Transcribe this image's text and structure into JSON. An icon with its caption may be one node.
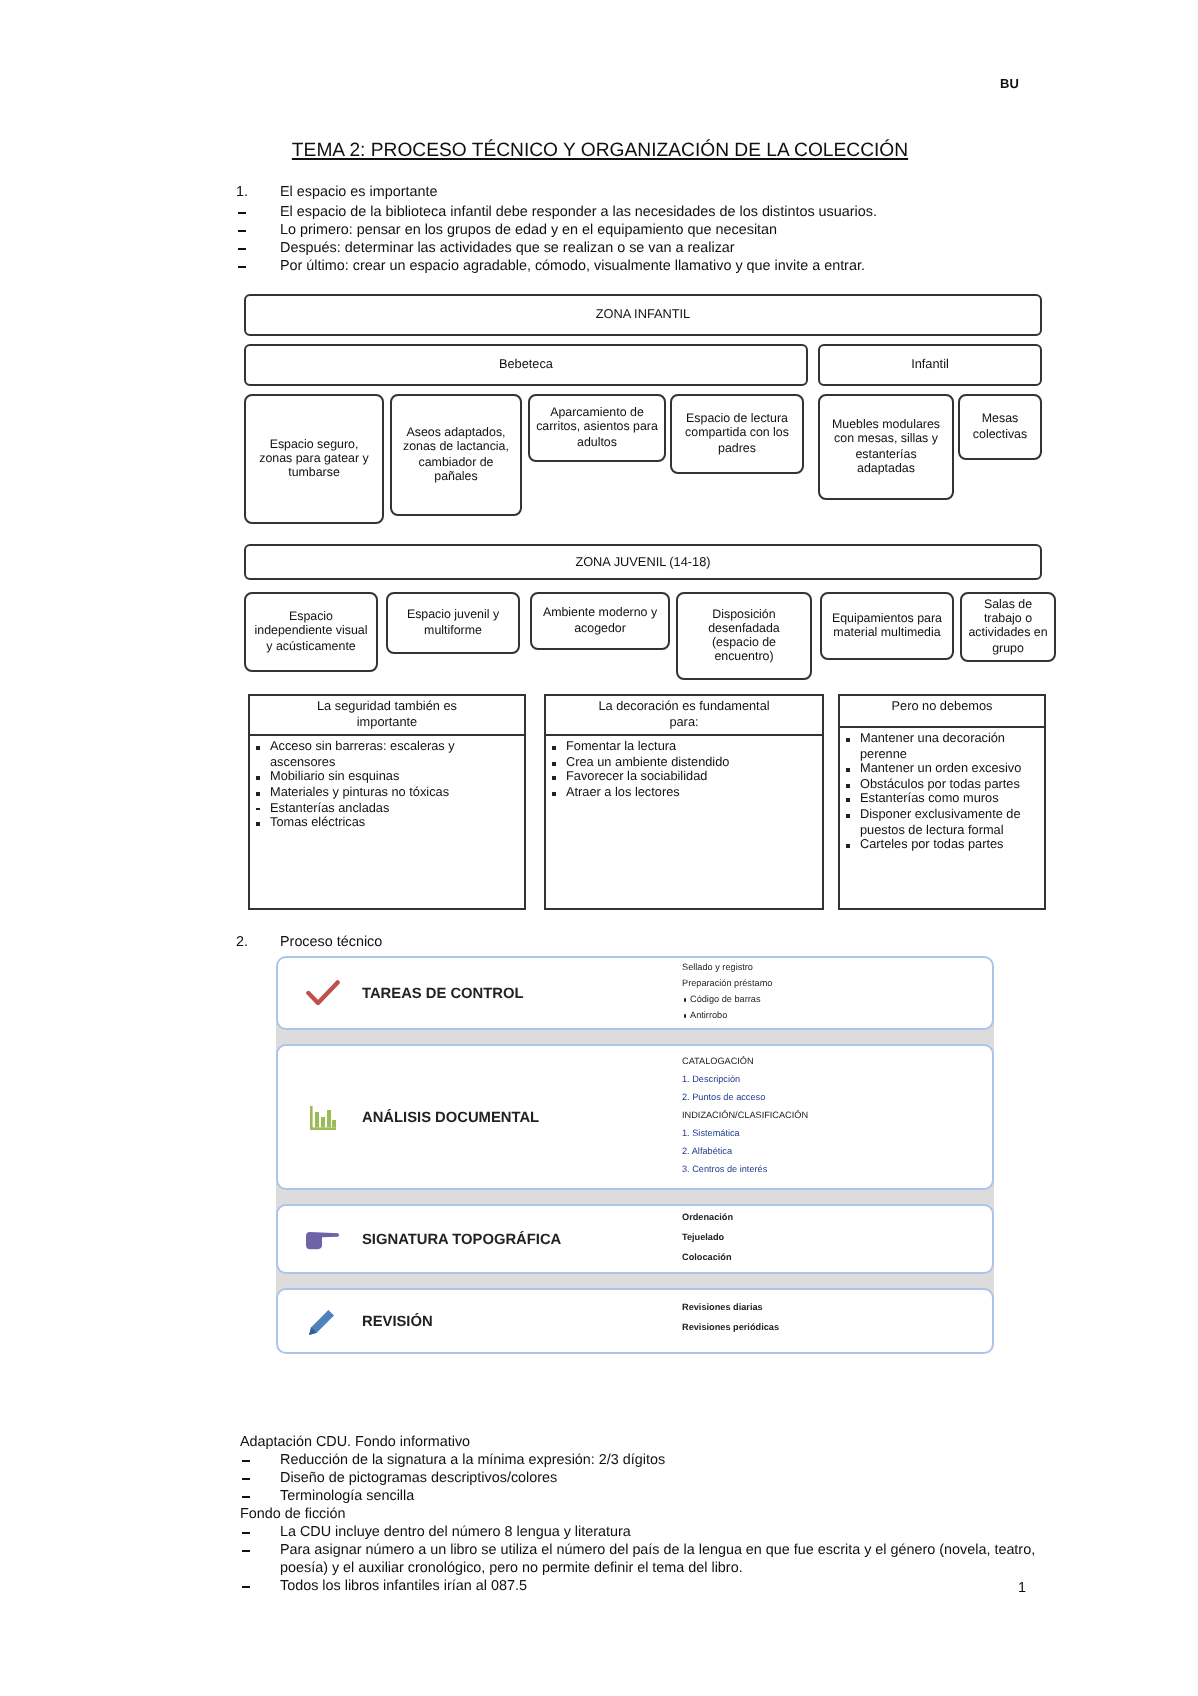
{
  "diagram": {
    "title": "TEMA 2: PROCESO TÉCNICO Y ORGANIZACIÓN DE LA COLECCIÓN",
    "nodes": [
      {
        "text": [
          "ZONA INFANTIL"
        ]
      },
      {
        "text": [
          "Bebeteca"
        ]
      },
      {
        "text": [
          "Infantil"
        ]
      },
      {
        "text": [
          "Espacio seguro, zonas para gatear y tumbarse"
        ]
      },
      {
        "text": [
          "Aseos adaptados, zonas de lactancia, cambiador de pañales"
        ]
      },
      {
        "text": [
          "Aparcamiento de carritos, asientos para adultos"
        ]
      },
      {
        "text": [
          "Espacio de lectura compartida con los padres"
        ]
      },
      {
        "text": [
          "Muebles modulares con mesas, sillas y estanterías adaptadas"
        ]
      },
      {
        "text": [
          "Mesas colectivas"
        ]
      },
      {
        "text": [
          "ZONA JUVENIL (14-18)"
        ]
      },
      {
        "text": [
          "Espacio independiente visual y acústicamente"
        ]
      },
      {
        "text": [
          "Espacio juvenil y multiforme"
        ]
      },
      {
        "text": [
          "Ambiente moderno y acogedor"
        ]
      },
      {
        "text": [
          "Disposición desenfadada (espacio de encuentro)"
        ]
      },
      {
        "text": [
          "Equipamientos para material multimedia"
        ]
      },
      {
        "text": [
          "Salas de trabajo o actividades en grupo"
        ]
      },
      {
        "text": [
          "La seguridad también es importante",
          "Acceso sin barreras: escaleras y ascensores",
          "Mobiliario sin esquinas",
          "Materiales y pinturas no tóxicas",
          "Estanterías ancladas",
          "Tomas eléctricas"
        ]
      },
      {
        "text": [
          "La decoración es fundamental para:",
          "Fomentar la lectura",
          "Crea un ambiente distendido",
          "Favorecer la sociabilidad",
          "Atraer a los lectores"
        ]
      },
      {
        "text": [
          "Pero no debemos",
          "Mantener una decoración perenne",
          "Mantener un orden excesivo",
          "Obstáculos por todas partes",
          "Estanterías como muros",
          "Disponer exclusivamente de puestos de lectura formal",
          "Carteles por todas partes"
        ]
      },
      {
        "text": [
          "TAREAS DE CONTROL",
          "Sellado y registro",
          "Preparación préstamo",
          "Código de barras",
          "Antirrobo"
        ]
      },
      {
        "text": [
          "ANÁLISIS DOCUMENTAL",
          "CATALOGACIÓN",
          "1. Descripción",
          "2. Puntos de acceso",
          "INDIZACIÓN/CLASIFICACIÓN",
          "1. Sistemática",
          "2. Alfabética",
          "3. Centros de interés"
        ]
      },
      {
        "text": [
          "SIGNATURA TOPOGRÁFICA",
          "Ordenación",
          "Tejuelado",
          "Colocación"
        ]
      },
      {
        "text": [
          "REVISIÓN",
          "Revisiones diarias",
          "Revisiones periódicas"
        ]
      }
    ],
    "labels": [
      "BU",
      "1.",
      "El espacio es importante",
      "El espacio de la biblioteca infantil debe responder a las necesidades de los distintos usuarios.",
      "Lo primero: pensar en los grupos de edad y en el equipamiento que necesitan",
      "Después: determinar las actividades que se realizan o se van a realizar",
      "Por último: crear un espacio agradable, cómodo, visualmente llamativo y que invite a entrar.",
      "2.",
      "Proceso técnico",
      "Adaptación CDU. Fondo informativo",
      "Reducción de la signatura a la mínima expresión: 2/3 dígitos",
      "Diseño de pictogramas descriptivos/colores",
      "Terminología sencilla",
      "Fondo de ficción",
      "La CDU incluye dentro del número 8 lengua y literatura",
      "Para asignar número a un libro se utiliza el número del país de la lengua en que fue escrita y el género (novela, teatro, poesía) y el auxiliar cronológico, pero no permite definir el tema del libro.",
      "Todos los libros infantiles irían al 087.5",
      "1"
    ]
  }
}
